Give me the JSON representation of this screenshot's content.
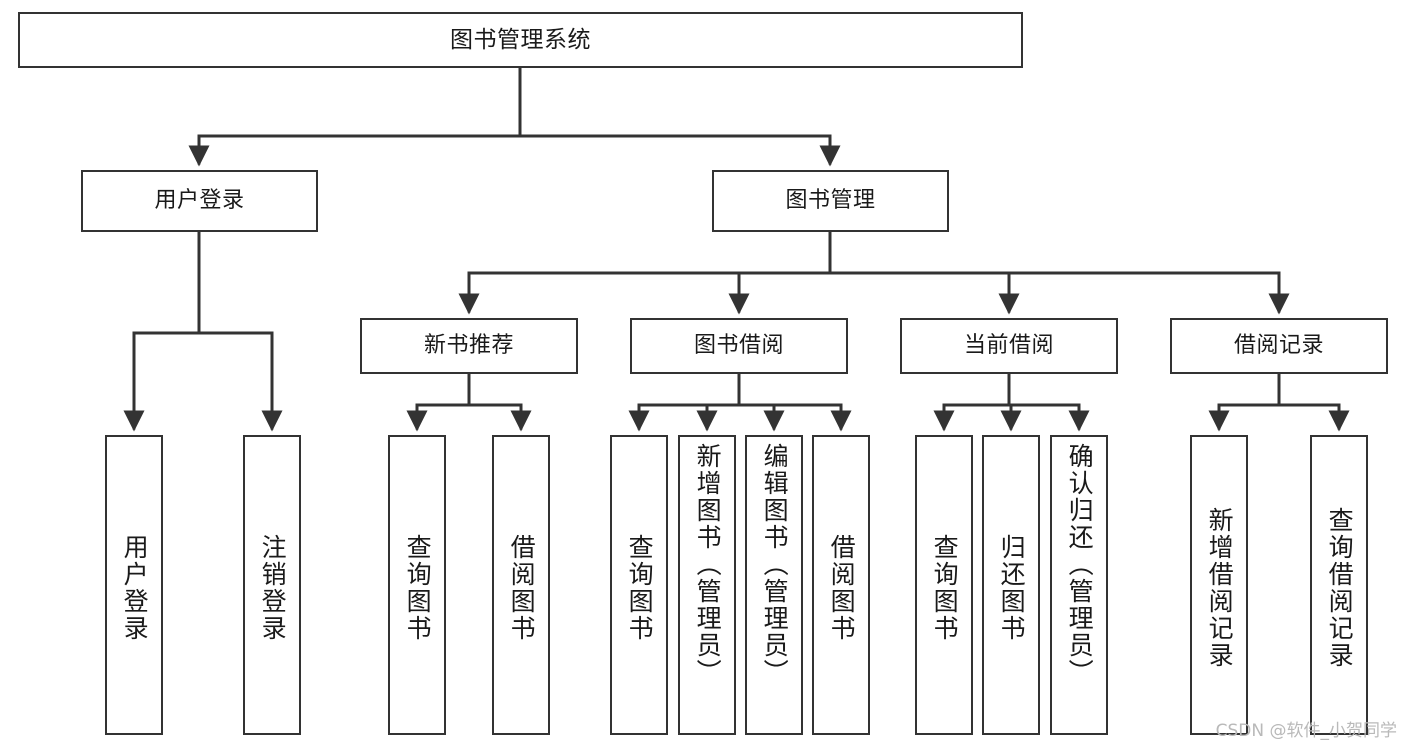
{
  "diagram": {
    "title": "图书管理系统",
    "type": "hierarchy-tree",
    "watermark": "CSDN @软件_小贺同学",
    "colors": {
      "stroke": "#333333",
      "fill": "#ffffff",
      "text": "#1a1a1a",
      "watermark": "#b9b9b9"
    },
    "levels": {
      "root": {
        "label": "图书管理系统"
      },
      "level2": [
        {
          "id": "user-login",
          "label": "用户登录"
        },
        {
          "id": "book-manage",
          "label": "图书管理"
        }
      ],
      "level3": [
        {
          "id": "new-book-recommend",
          "label": "新书推荐",
          "parent": "book-manage"
        },
        {
          "id": "book-borrow",
          "label": "图书借阅",
          "parent": "book-manage"
        },
        {
          "id": "current-borrow",
          "label": "当前借阅",
          "parent": "book-manage"
        },
        {
          "id": "borrow-record",
          "label": "借阅记录",
          "parent": "book-manage"
        }
      ],
      "leaves": [
        {
          "id": "leaf-user-login",
          "label": "用户登录",
          "parent": "user-login"
        },
        {
          "id": "leaf-logout",
          "label": "注销登录",
          "parent": "user-login"
        },
        {
          "id": "leaf-query-book-1",
          "label": "查询图书",
          "parent": "new-book-recommend"
        },
        {
          "id": "leaf-borrow-book-1",
          "label": "借阅图书",
          "parent": "new-book-recommend"
        },
        {
          "id": "leaf-query-book-2",
          "label": "查询图书",
          "parent": "book-borrow"
        },
        {
          "id": "leaf-add-book",
          "label": "新增图书（管理员）",
          "parent": "book-borrow"
        },
        {
          "id": "leaf-edit-book",
          "label": "编辑图书（管理员）",
          "parent": "book-borrow"
        },
        {
          "id": "leaf-borrow-book-2",
          "label": "借阅图书",
          "parent": "book-borrow"
        },
        {
          "id": "leaf-query-book-3",
          "label": "查询图书",
          "parent": "current-borrow"
        },
        {
          "id": "leaf-return-book",
          "label": "归还图书",
          "parent": "current-borrow"
        },
        {
          "id": "leaf-confirm-return",
          "label": "确认归还（管理员）",
          "parent": "current-borrow"
        },
        {
          "id": "leaf-add-record",
          "label": "新增借阅记录",
          "parent": "borrow-record"
        },
        {
          "id": "leaf-query-record",
          "label": "查询借阅记录",
          "parent": "borrow-record"
        }
      ]
    }
  }
}
